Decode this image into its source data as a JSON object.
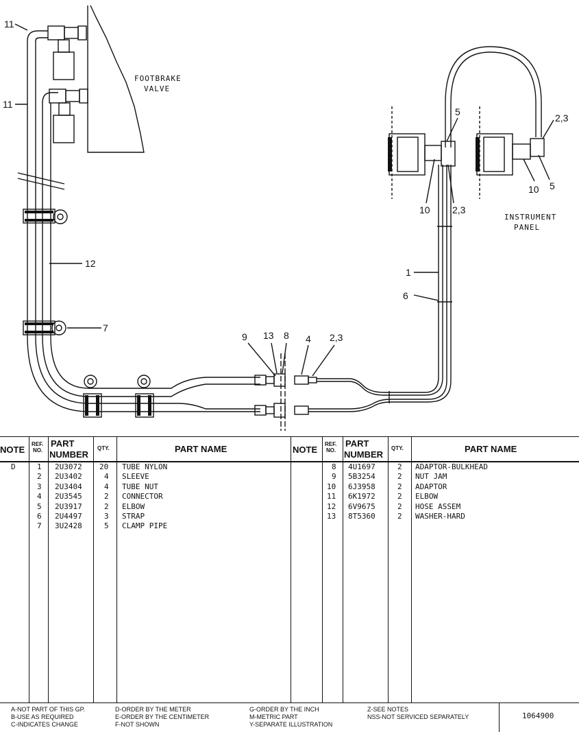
{
  "diagram": {
    "labels": {
      "footbrake_line1": "FOOTBRAKE",
      "footbrake_line2": "VALVE",
      "instrument_line1": "INSTRUMENT",
      "instrument_line2": "PANEL"
    },
    "callouts": {
      "c11a": "11",
      "c11b": "11",
      "c12": "12",
      "c7": "7",
      "c9": "9",
      "c13": "13",
      "c8": "8",
      "c4": "4",
      "c23a": "2,3",
      "c5a": "5",
      "c23b": "2,3",
      "c10a": "10",
      "c23c": "2,3",
      "c10b": "10",
      "c5b": "5",
      "c1": "1",
      "c6": "6"
    }
  },
  "table": {
    "headers": {
      "note": "NOTE",
      "ref_line1": "REF.",
      "ref_line2": "NO.",
      "part_line1": "PART",
      "part_line2": "NUMBER",
      "qty": "QTY.",
      "name": "PART NAME"
    },
    "left_rows": [
      {
        "note": "D",
        "ref": "1",
        "part": "2U3072",
        "qty": "20",
        "name": "TUBE NYLON"
      },
      {
        "note": "",
        "ref": "2",
        "part": "2U3402",
        "qty": "4",
        "name": "SLEEVE"
      },
      {
        "note": "",
        "ref": "3",
        "part": "2U3404",
        "qty": "4",
        "name": "TUBE NUT"
      },
      {
        "note": "",
        "ref": "4",
        "part": "2U3545",
        "qty": "2",
        "name": "CONNECTOR"
      },
      {
        "note": "",
        "ref": "5",
        "part": "2U3917",
        "qty": "2",
        "name": "ELBOW"
      },
      {
        "note": "",
        "ref": "6",
        "part": "2U4497",
        "qty": "3",
        "name": "STRAP"
      },
      {
        "note": "",
        "ref": "7",
        "part": "3U2428",
        "qty": "5",
        "name": "CLAMP PIPE"
      }
    ],
    "right_rows": [
      {
        "note": "",
        "ref": "8",
        "part": "4U1697",
        "qty": "2",
        "name": "ADAPTOR-BULKHEAD"
      },
      {
        "note": "",
        "ref": "9",
        "part": "5B3254",
        "qty": "2",
        "name": "NUT JAM"
      },
      {
        "note": "",
        "ref": "10",
        "part": "6J3958",
        "qty": "2",
        "name": "ADAPTOR"
      },
      {
        "note": "",
        "ref": "11",
        "part": "6K1972",
        "qty": "2",
        "name": "ELBOW"
      },
      {
        "note": "",
        "ref": "12",
        "part": "6V9675",
        "qty": "2",
        "name": "HOSE ASSEM"
      },
      {
        "note": "",
        "ref": "13",
        "part": "8T5360",
        "qty": "2",
        "name": "WASHER-HARD"
      }
    ]
  },
  "legend": {
    "col1": [
      "A-NOT PART OF THIS GP.",
      "B-USE AS REQUIRED",
      "C-INDICATES CHANGE"
    ],
    "col2": [
      "D-ORDER BY THE METER",
      "E-ORDER BY THE CENTIMETER",
      "F-NOT SHOWN"
    ],
    "col3": [
      "G-ORDER BY THE INCH",
      "M-METRIC PART",
      "Y-SEPARATE ILLUSTRATION"
    ],
    "col4": [
      "Z-SEE NOTES",
      "NSS-NOT SERVICED SEPARATELY"
    ],
    "doc_number": "1064900"
  }
}
